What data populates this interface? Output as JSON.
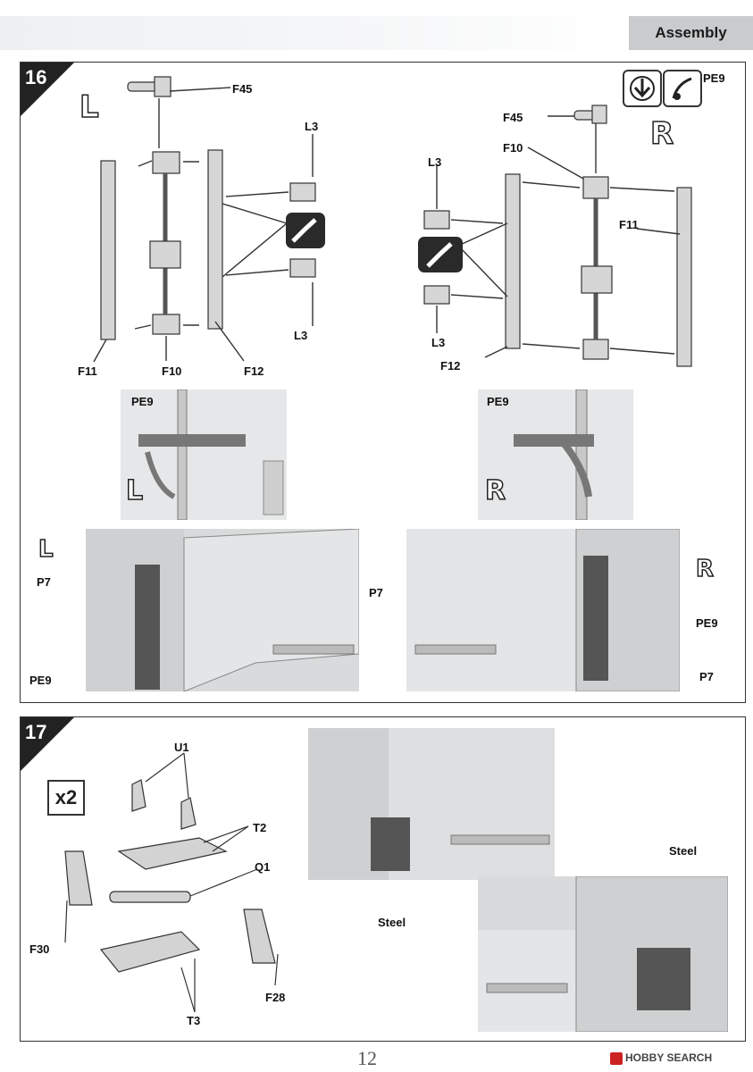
{
  "header": {
    "section_label": "Assembly"
  },
  "step16": {
    "number": "16",
    "left_letter": "L",
    "right_letter": "R",
    "icon_etch_label": "PE9",
    "left_parts": {
      "f45": "F45",
      "l3_top": "L3",
      "l3_bottom": "L3",
      "f11": "F11",
      "f10": "F10",
      "f12": "F12"
    },
    "right_parts": {
      "f45": "F45",
      "f10": "F10",
      "l3_top": "L3",
      "f11": "F11",
      "l3_bottom": "L3",
      "f12": "F12"
    },
    "detail_left": {
      "pe": "PE9",
      "letter": "L"
    },
    "detail_right": {
      "pe": "PE9",
      "letter": "R"
    },
    "hull_left": {
      "letter": "L",
      "p7": "P7",
      "pe9": "PE9"
    },
    "hull_right": {
      "letter": "R",
      "p7_top": "P7",
      "pe9": "PE9",
      "p7_bottom": "P7"
    }
  },
  "step17": {
    "number": "17",
    "multiplier": "x2",
    "parts": {
      "u1": "U1",
      "t2": "T2",
      "q1": "Q1",
      "f30": "F30",
      "f28": "F28",
      "t3": "T3"
    },
    "steel_top": "Steel",
    "steel_bottom": "Steel"
  },
  "footer": {
    "page_number": "12",
    "watermark": "HOBBY SEARCH"
  }
}
